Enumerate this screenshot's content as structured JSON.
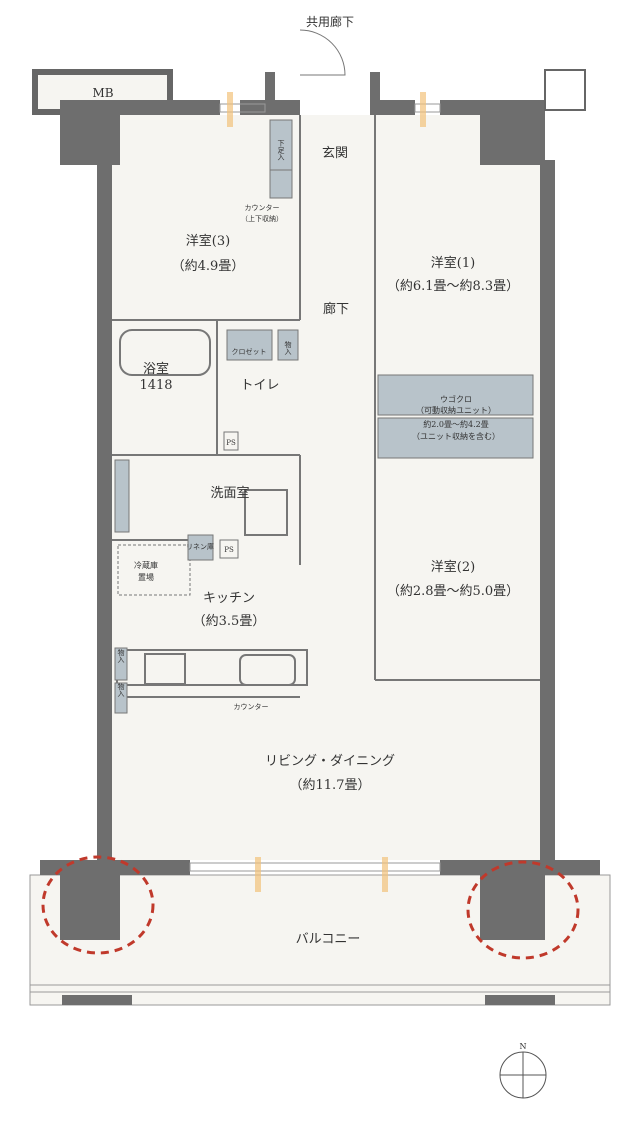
{
  "colors": {
    "wall": "#6e6e6e",
    "floor": "#f6f5f1",
    "storage": "#b8c3ca",
    "outline": "#777777",
    "balcony_marker": "#c0392b",
    "window_accent": "#f2c27a"
  },
  "labels": {
    "corridor": "共用廊下",
    "mb": "MB",
    "shoe_storage": "下足入",
    "entrance": "玄関",
    "counter_top": "カウンター",
    "counter_top_note": "（上下収納）",
    "room3_name": "洋室(3)",
    "room3_size": "（約4.9畳）",
    "room1_name": "洋室(1)",
    "room1_size": "（約6.1畳～約8.3畳）",
    "hallway": "廊下",
    "storage_hall": "物入",
    "closet": "クロゼット",
    "bath_name": "浴室",
    "bath_size": "1418",
    "toilet": "トイレ",
    "ps1": "PS",
    "ps2": "PS",
    "ugokuro_name": "ウゴクロ",
    "ugokuro_desc": "（可動収納ユニット）",
    "ugokuro_size": "約2.0畳～約4.2畳",
    "ugokuro_note": "（ユニット収納を含む）",
    "washroom": "洗面室",
    "linen": "リネン庫",
    "fridge_1": "冷蔵庫",
    "fridge_2": "置場",
    "kitchen_name": "キッチン",
    "kitchen_size": "（約3.5畳）",
    "room2_name": "洋室(2)",
    "room2_size": "（約2.8畳～約5.0畳）",
    "storage_k1": "物入",
    "storage_k2": "物入",
    "counter_kitchen": "カウンター",
    "ld_name": "リビング・ダイニング",
    "ld_size": "（約11.7畳）",
    "balcony": "バルコニー",
    "compass_n": "N"
  }
}
